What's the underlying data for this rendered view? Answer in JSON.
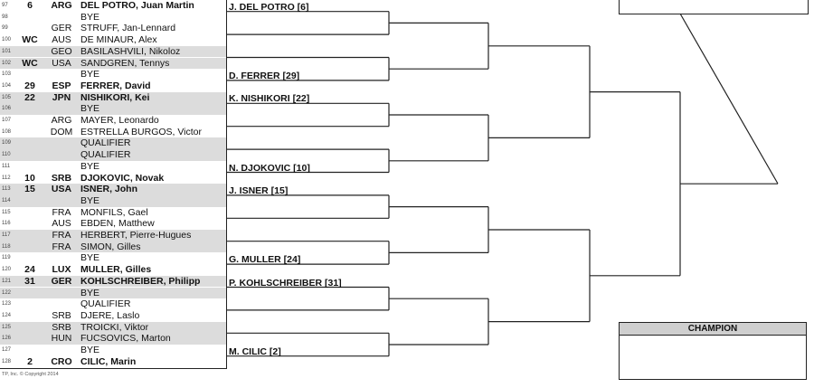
{
  "draw": [
    {
      "num": "97",
      "seed": "6",
      "country": "ARG",
      "name": "DEL POTRO, Juan Martin",
      "seeded": true,
      "shaded": false
    },
    {
      "num": "98",
      "seed": "",
      "country": "",
      "name": "BYE",
      "seeded": false,
      "shaded": false
    },
    {
      "num": "99",
      "seed": "",
      "country": "GER",
      "name": "STRUFF, Jan-Lennard",
      "seeded": false,
      "shaded": false
    },
    {
      "num": "100",
      "seed": "WC",
      "country": "AUS",
      "name": "DE MINAUR, Alex",
      "seeded": false,
      "shaded": false
    },
    {
      "num": "101",
      "seed": "",
      "country": "GEO",
      "name": "BASILASHVILI, Nikoloz",
      "seeded": false,
      "shaded": true
    },
    {
      "num": "102",
      "seed": "WC",
      "country": "USA",
      "name": "SANDGREN, Tennys",
      "seeded": false,
      "shaded": true
    },
    {
      "num": "103",
      "seed": "",
      "country": "",
      "name": "BYE",
      "seeded": false,
      "shaded": false
    },
    {
      "num": "104",
      "seed": "29",
      "country": "ESP",
      "name": "FERRER, David",
      "seeded": true,
      "shaded": false
    },
    {
      "num": "105",
      "seed": "22",
      "country": "JPN",
      "name": "NISHIKORI, Kei",
      "seeded": true,
      "shaded": true
    },
    {
      "num": "106",
      "seed": "",
      "country": "",
      "name": "BYE",
      "seeded": false,
      "shaded": true
    },
    {
      "num": "107",
      "seed": "",
      "country": "ARG",
      "name": "MAYER, Leonardo",
      "seeded": false,
      "shaded": false
    },
    {
      "num": "108",
      "seed": "",
      "country": "DOM",
      "name": "ESTRELLA BURGOS, Victor",
      "seeded": false,
      "shaded": false
    },
    {
      "num": "109",
      "seed": "",
      "country": "",
      "name": "QUALIFIER",
      "seeded": false,
      "shaded": true
    },
    {
      "num": "110",
      "seed": "",
      "country": "",
      "name": "QUALIFIER",
      "seeded": false,
      "shaded": true
    },
    {
      "num": "111",
      "seed": "",
      "country": "",
      "name": "BYE",
      "seeded": false,
      "shaded": false
    },
    {
      "num": "112",
      "seed": "10",
      "country": "SRB",
      "name": "DJOKOVIC, Novak",
      "seeded": true,
      "shaded": false
    },
    {
      "num": "113",
      "seed": "15",
      "country": "USA",
      "name": "ISNER, John",
      "seeded": true,
      "shaded": true
    },
    {
      "num": "114",
      "seed": "",
      "country": "",
      "name": "BYE",
      "seeded": false,
      "shaded": true
    },
    {
      "num": "115",
      "seed": "",
      "country": "FRA",
      "name": "MONFILS, Gael",
      "seeded": false,
      "shaded": false
    },
    {
      "num": "116",
      "seed": "",
      "country": "AUS",
      "name": "EBDEN, Matthew",
      "seeded": false,
      "shaded": false
    },
    {
      "num": "117",
      "seed": "",
      "country": "FRA",
      "name": "HERBERT, Pierre-Hugues",
      "seeded": false,
      "shaded": true
    },
    {
      "num": "118",
      "seed": "",
      "country": "FRA",
      "name": "SIMON, Gilles",
      "seeded": false,
      "shaded": true
    },
    {
      "num": "119",
      "seed": "",
      "country": "",
      "name": "BYE",
      "seeded": false,
      "shaded": false
    },
    {
      "num": "120",
      "seed": "24",
      "country": "LUX",
      "name": "MULLER, Gilles",
      "seeded": true,
      "shaded": false
    },
    {
      "num": "121",
      "seed": "31",
      "country": "GER",
      "name": "KOHLSCHREIBER, Philipp",
      "seeded": true,
      "shaded": true
    },
    {
      "num": "122",
      "seed": "",
      "country": "",
      "name": "BYE",
      "seeded": false,
      "shaded": true
    },
    {
      "num": "123",
      "seed": "",
      "country": "",
      "name": "QUALIFIER",
      "seeded": false,
      "shaded": false
    },
    {
      "num": "124",
      "seed": "",
      "country": "SRB",
      "name": "DJERE, Laslo",
      "seeded": false,
      "shaded": false
    },
    {
      "num": "125",
      "seed": "",
      "country": "SRB",
      "name": "TROICKI, Viktor",
      "seeded": false,
      "shaded": true
    },
    {
      "num": "126",
      "seed": "",
      "country": "HUN",
      "name": "FUCSOVICS, Marton",
      "seeded": false,
      "shaded": true
    },
    {
      "num": "127",
      "seed": "",
      "country": "",
      "name": "BYE",
      "seeded": false,
      "shaded": false
    },
    {
      "num": "128",
      "seed": "2",
      "country": "CRO",
      "name": "CILIC, Marin",
      "seeded": true,
      "shaded": false
    }
  ],
  "advancers": [
    {
      "pair": 0,
      "label": "J. DEL POTRO [6]"
    },
    {
      "pair": 3,
      "label": "D. FERRER [29]"
    },
    {
      "pair": 4,
      "label": "K. NISHIKORI [22]"
    },
    {
      "pair": 7,
      "label": "N. DJOKOVIC [10]"
    },
    {
      "pair": 8,
      "label": "J. ISNER [15]"
    },
    {
      "pair": 11,
      "label": "G. MULLER [24]"
    },
    {
      "pair": 12,
      "label": "P. KOHLSCHREIBER [31]"
    },
    {
      "pair": 15,
      "label": "M. CILIC [2]"
    }
  ],
  "champion": {
    "label": "CHAMPION"
  },
  "footer": {
    "copyright": "TP, Inc. © Copyright 2014"
  },
  "colors": {
    "line": "#222222",
    "shade": "#dcdcdc",
    "champion_header": "#cfcfcf"
  }
}
